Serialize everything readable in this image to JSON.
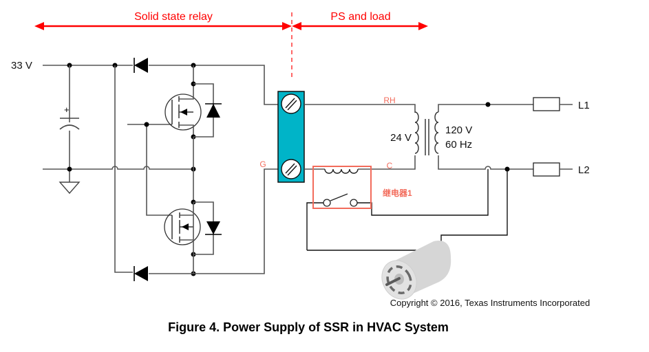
{
  "figure": {
    "caption": "Figure 4. Power Supply of SSR in HVAC System",
    "copyright": "Copyright © 2016, Texas Instruments Incorporated"
  },
  "sections": {
    "left": "Solid state relay",
    "right": "PS and load"
  },
  "labels": {
    "supply": "33 V",
    "plus": "+",
    "terminal_rh": "RH",
    "terminal_g": "G",
    "terminal_c": "C",
    "secondary_voltage": "24 V",
    "primary_voltage": "120 V",
    "primary_freq": "60 Hz",
    "line1": "L1",
    "line2": "L2",
    "relay_name": "继电器1"
  },
  "colors": {
    "annotation_red": "#ff0000",
    "relay_box": "#f26b5b",
    "terminal_block": "#00b4c8",
    "motor": "#d4d4d4"
  }
}
